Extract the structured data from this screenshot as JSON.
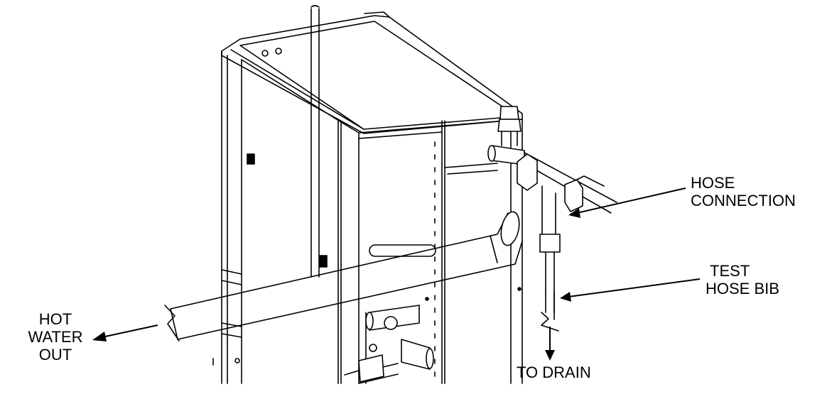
{
  "labels": {
    "hose_connection": [
      "HOSE",
      "CONNECTION"
    ],
    "test_hose_bib": [
      "TEST",
      "HOSE BIB"
    ],
    "hot_water_out": [
      "HOT",
      "WATER",
      "OUT"
    ],
    "to_drain": "TO DRAIN"
  }
}
